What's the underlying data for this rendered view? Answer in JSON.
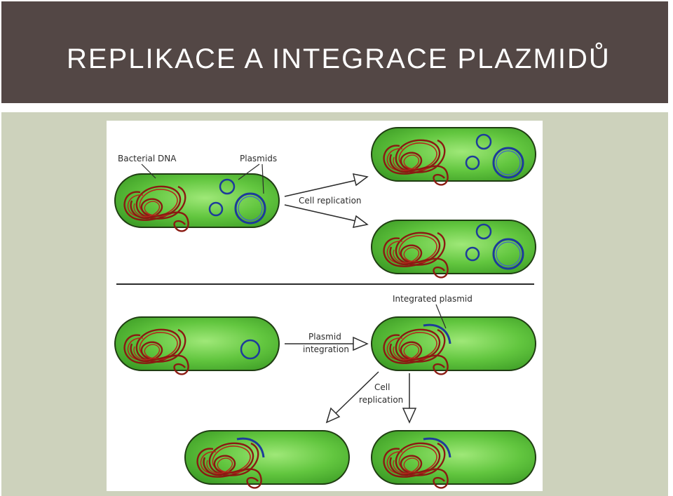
{
  "slide": {
    "title": "REPLIKACE A INTEGRACE PLAZMIDŮ"
  },
  "diagram": {
    "labels": {
      "bacterial_dna": "Bacterial DNA",
      "plasmids": "Plasmids",
      "cell_replication_top": "Cell replication",
      "integrated_plasmid": "Integrated plasmid",
      "plasmid_integration_line1": "Plasmid",
      "plasmid_integration_line2": "integration",
      "cell_replication_bottom_line1": "Cell",
      "cell_replication_bottom_line2": "replication"
    },
    "colors": {
      "cell_fill": "#5cc13a",
      "cell_highlight": "#8ee06a",
      "cell_outline": "#1f3d12",
      "dna": "#8a1a12",
      "plasmid": "#1d3c9a",
      "arrow": "#2b2b2b"
    }
  }
}
